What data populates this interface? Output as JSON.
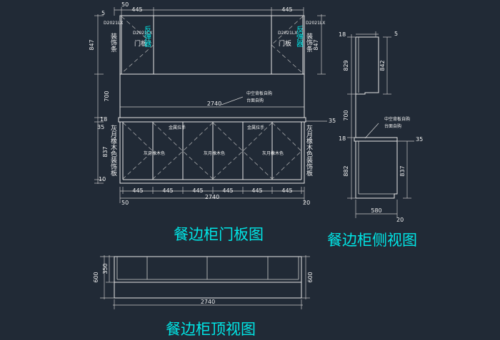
{
  "titles": {
    "front": "餐边柜门板图",
    "side": "餐边柜侧视图",
    "top": "餐边柜顶视图"
  },
  "front": {
    "top_dims": [
      "50",
      "445",
      "445"
    ],
    "overall_width": "2740",
    "bottom_dims": [
      "445",
      "445",
      "445",
      "445",
      "445",
      "445"
    ],
    "bottom_overall": "2740",
    "bottom_left": "50",
    "bottom_right": "20",
    "left_dims": [
      "5",
      "847",
      "700",
      "18",
      "35",
      "837",
      "10"
    ],
    "right_dims": [
      "847",
      "35"
    ],
    "upper_left_code": "D2021LX",
    "upper_left_label": "装饰条",
    "upper_left_door_code": "D2021LX",
    "upper_left_door_label": "门板",
    "upper_left_cyan": "反弹器",
    "upper_right_code": "D2021LX",
    "upper_right_label": "装饰条",
    "upper_right_door_code": "D2021LX",
    "upper_right_door_label": "门板",
    "upper_right_cyan": "反弹器",
    "counter_note_1": "中空背板自购",
    "counter_note_2": "台面自购",
    "lower_left_label": "灰月橡木色装饰板",
    "lower_right_label": "灰月橡木色装饰板",
    "handle_1": "金属拉手",
    "handle_2": "金属拉手",
    "door_label_1": "灰月橡木色",
    "door_label_2": "灰月橡木色",
    "door_label_3": "灰月橡木色"
  },
  "side": {
    "top_right": "5",
    "left_dims": [
      "18",
      "829",
      "700",
      "18",
      "882"
    ],
    "right_dims": [
      "842",
      "35",
      "837"
    ],
    "bottom_dim": "580",
    "bottom_right": "20",
    "note_1": "中空背板自购",
    "note_2": "台面自购"
  },
  "top": {
    "left_dims": [
      "600",
      "350"
    ],
    "right_dim": "600",
    "overall_width": "2740"
  }
}
